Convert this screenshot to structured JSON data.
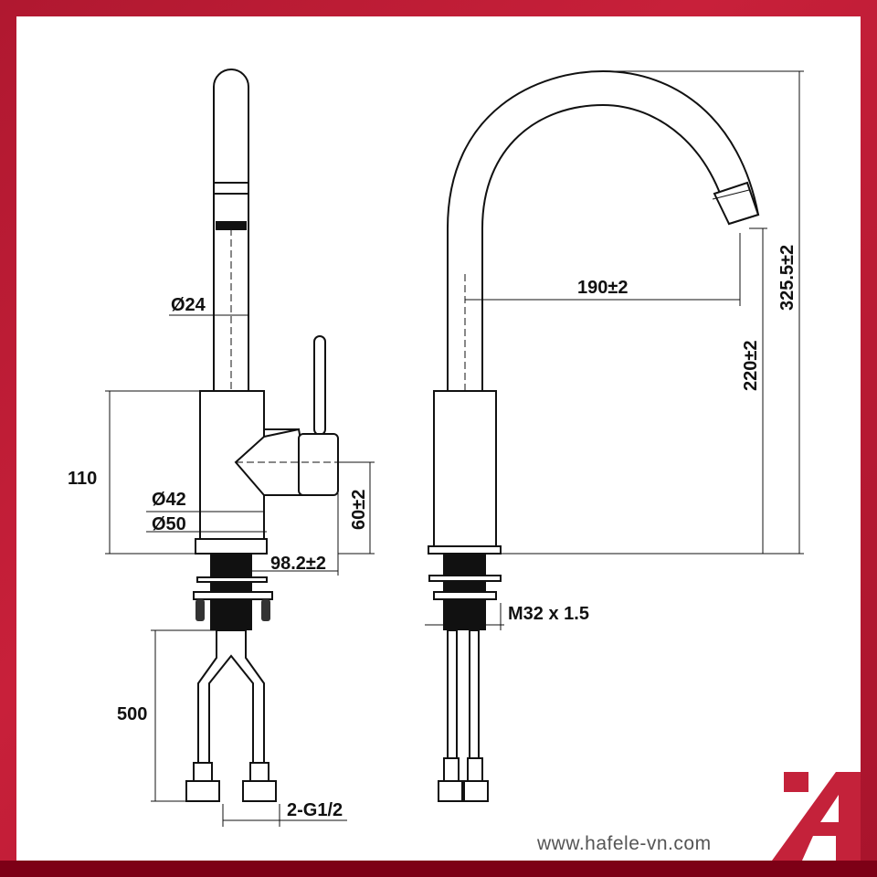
{
  "dimensions": {
    "spout_diameter": "Ø24",
    "body_height": "110",
    "inner_diameter": "Ø42",
    "outer_diameter": "Ø50",
    "handle_height": "60±2",
    "handle_reach": "98.2±2",
    "hose_length": "500",
    "hose_connection": "2-G1/2",
    "spout_reach": "190±2",
    "spout_height": "220±2",
    "total_height": "325.5±2",
    "thread": "M32 x 1.5"
  },
  "footer": {
    "website": "www.hafele-vn.com",
    "brand_color": "#c4223a"
  },
  "frame_color": "#b01830"
}
